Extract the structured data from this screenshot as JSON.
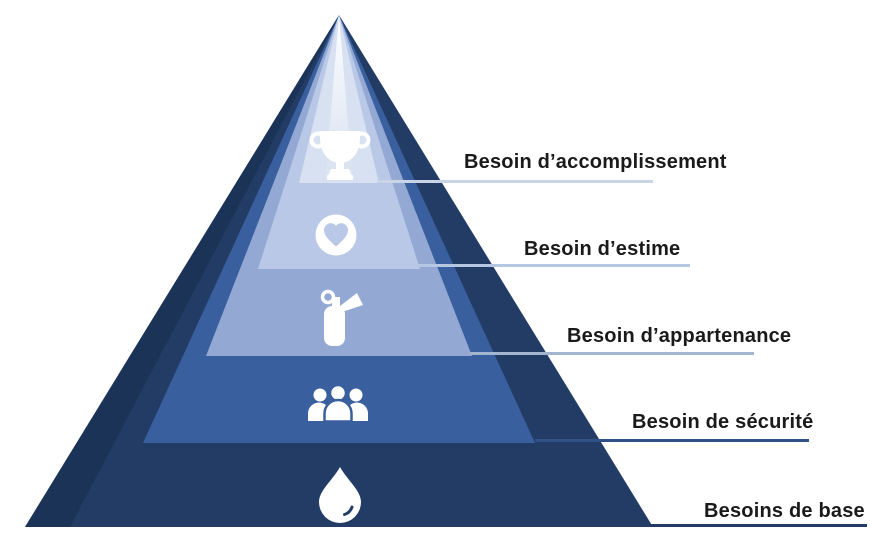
{
  "diagram": {
    "type": "pyramid-hierarchy",
    "background_color": "#ffffff",
    "text_color": "#1a1a1a"
  },
  "pyramid": {
    "edge_shadow_color": "#1b3357",
    "levels": [
      {
        "rank": 5,
        "label": "Besoin d’accomplissement",
        "icon": "trophy-icon",
        "color": "#d8e1f1",
        "line_color": "#c9d4e6"
      },
      {
        "rank": 4,
        "label": "Besoin d’estime",
        "icon": "heart-icon",
        "color": "#b9c8e6",
        "line_color": "#b5c7e3"
      },
      {
        "rank": 3,
        "label": "Besoin d’appartenance",
        "icon": "fire-extinguisher-icon",
        "color": "#93a9d4",
        "line_color": "#a3b5cf"
      },
      {
        "rank": 2,
        "label": "Besoin de sécurité",
        "icon": "people-group-icon",
        "color": "#3a5f9e",
        "line_color": "#2e5288"
      },
      {
        "rank": 1,
        "label": "Besoins de base",
        "icon": "water-drop-icon",
        "color": "#223c66",
        "line_color": "#223c66"
      }
    ]
  }
}
